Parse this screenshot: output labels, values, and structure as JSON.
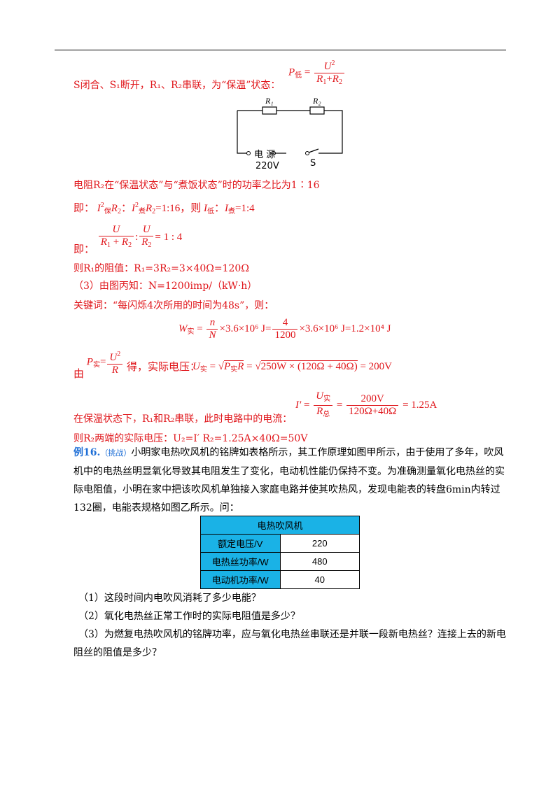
{
  "line1": "S闭合、S₁断开，R₁、R₂串联，为“保温”状态：",
  "p_label": "P",
  "p_sub": "低",
  "circuit": {
    "r1": "R₁",
    "r2": "R₂",
    "source": "电 源",
    "voltage": "220V",
    "switch": "S"
  },
  "line_ratio": "电阻R₂在“保温状态”与“煮饭状态”时的功率之比为1∶16",
  "line_ji1_prefix": "即：",
  "line_ji1_mid": "，则",
  "line_ji1_ratio_1": "=1:16",
  "line_ji1_ratio_2": "=1:4",
  "line_ji2_prefix": "即：",
  "line_ji2_ratio": "= 1 : 4",
  "line_r1": "则R₁的阻值：R₁=3R₂=3×40Ω=120Ω",
  "line3": "（3）由图丙知：N=1200imp/（kW·h）",
  "line_keyword": "关键词：“每闪烁4次所用的时间为48s”，则：",
  "w_formula": "×3.6×10⁶ J=",
  "w_formula_end": "×3.6×10⁶ J=1.2×10⁴ J",
  "w_sub": "实",
  "n_num": "n",
  "n_den": "N",
  "four": "4",
  "twelve": "1200",
  "by_prefix": "由",
  "by_mid": "得，实际电压：",
  "u_result": "= 200V",
  "u_inside": "250W × (120Ω + 40Ω)",
  "line_current": "在保温状态下，R₁和R₂串联，此时电路中的电流：",
  "i_result": "= 1.25A",
  "i_num": "200V",
  "i_den": "120Ω+40Ω",
  "line_u2": "则R₂两端的实际电压：U₂=I′ R₂=1.25A×40Ω=50V",
  "example_label": "例16.",
  "example_tag": "（挑战）",
  "example_text": "小明家电热吹风机的铭牌如表格所示，其工作原理如图甲所示，由于使用了多年，吹风机中的电热丝明显氧化导致其电阻发生了变化，电动机性能仍保持不变。为准确测量氧化电热丝的实际电阻值，小明在家中把该吹风机单独接入家庭电路并使其吹热风，发现电能表的转盘6min内转过132圈，电能表规格如图乙所示。问：",
  "table": {
    "title": "电热吹风机",
    "rows": [
      {
        "label": "额定电压/V",
        "value": "220"
      },
      {
        "label": "电热丝功率/W",
        "value": "480"
      },
      {
        "label": "电动机功率/W",
        "value": "40"
      }
    ]
  },
  "q1": "（1）这段时间内电吹风消耗了多少电能？",
  "q2": "（2）氧化电热丝正常工作时的实际电阻值是多少？",
  "q3a": "（3）为燃复电热吹风机的铭牌功率，应与氧化电热丝串联还是并联一段新电热丝？连接上去的新电",
  "q3b": "阻丝的阻值是多少？",
  "colors": {
    "answer": "#e0161b",
    "table_header": "#1ab2e6",
    "example": "#1f6fd6"
  }
}
